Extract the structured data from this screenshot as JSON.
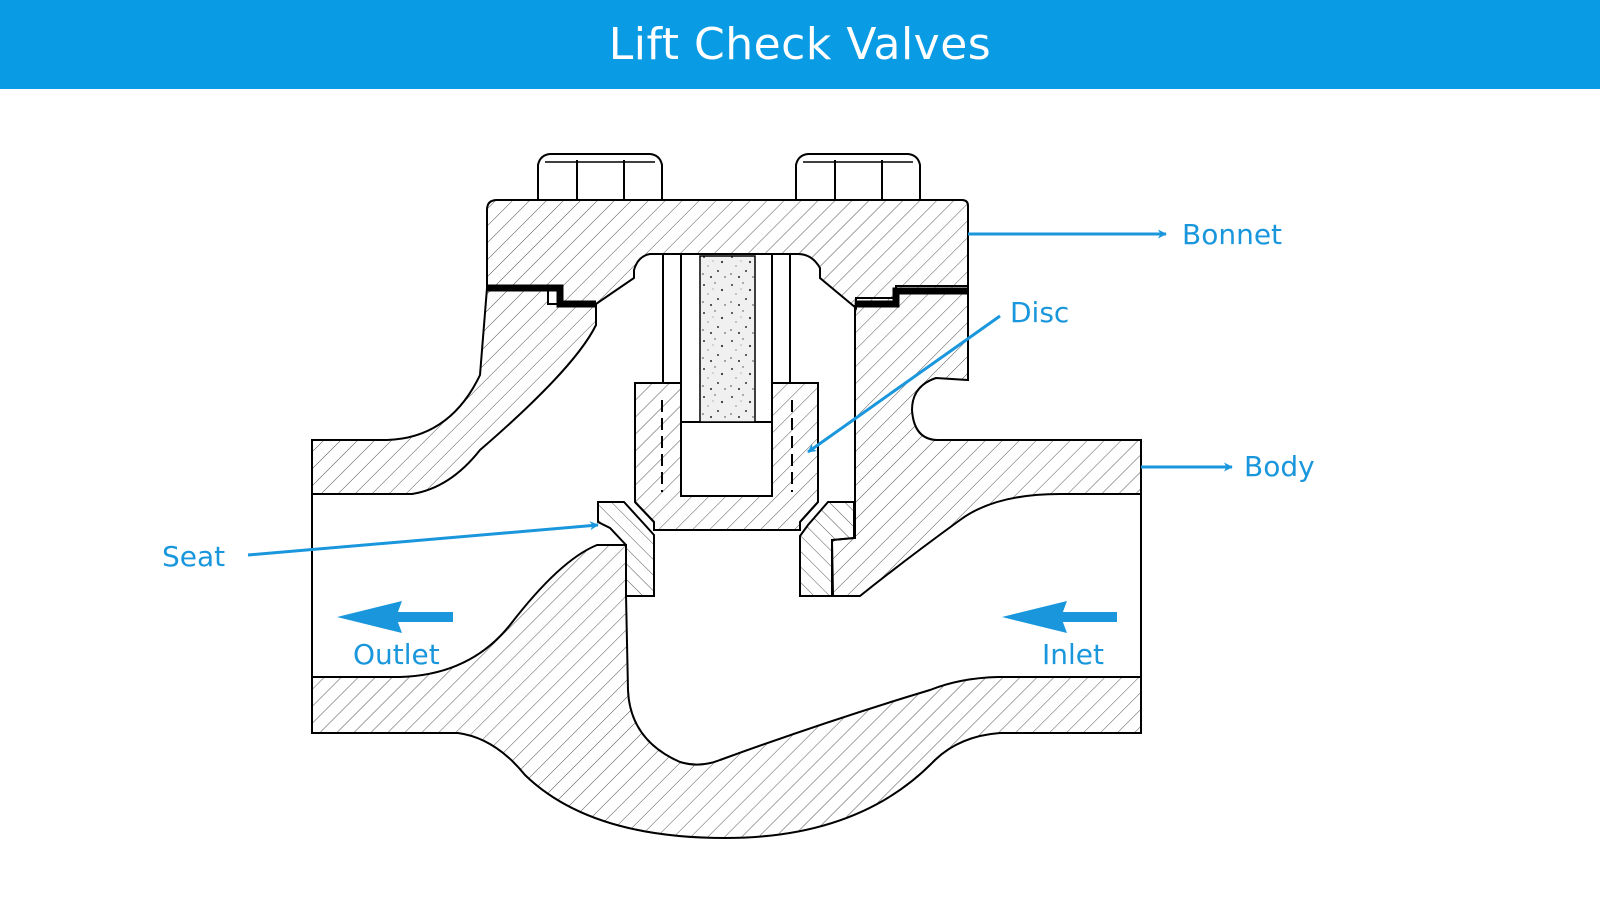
{
  "title": "Lift Check Valves",
  "colors": {
    "title_bar": "#0a9be5",
    "title_text": "#ffffff",
    "label": "#1a97dc",
    "outline": "#000000",
    "hatch": "#555555",
    "gasket": "#000000"
  },
  "labels": {
    "bonnet": "Bonnet",
    "disc": "Disc",
    "body": "Body",
    "seat": "Seat",
    "outlet": "Outlet",
    "inlet": "Inlet"
  },
  "icons": [
    "bolt-head-icon",
    "arrow-right-icon",
    "arrow-left-icon"
  ]
}
